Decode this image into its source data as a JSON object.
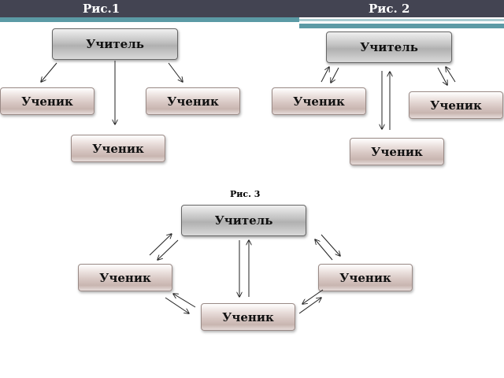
{
  "figures": {
    "fig1": {
      "title": "Рис.1",
      "teacher": "Учитель",
      "students": [
        "Ученик",
        "Ученик",
        "Ученик"
      ]
    },
    "fig2": {
      "title": "Рис. 2",
      "teacher": "Учитель",
      "students": [
        "Ученик",
        "Ученик",
        "Ученик"
      ]
    },
    "fig3": {
      "title": "Рис. 3",
      "teacher": "Учитель",
      "students": [
        "Ученик",
        "Ученик",
        "Ученик"
      ]
    }
  },
  "colors": {
    "header_bar": "#434452",
    "header_stripe": "#5b9aa5",
    "teacher_box": "#bfbfbf",
    "student_box": "#d8c8c4"
  }
}
